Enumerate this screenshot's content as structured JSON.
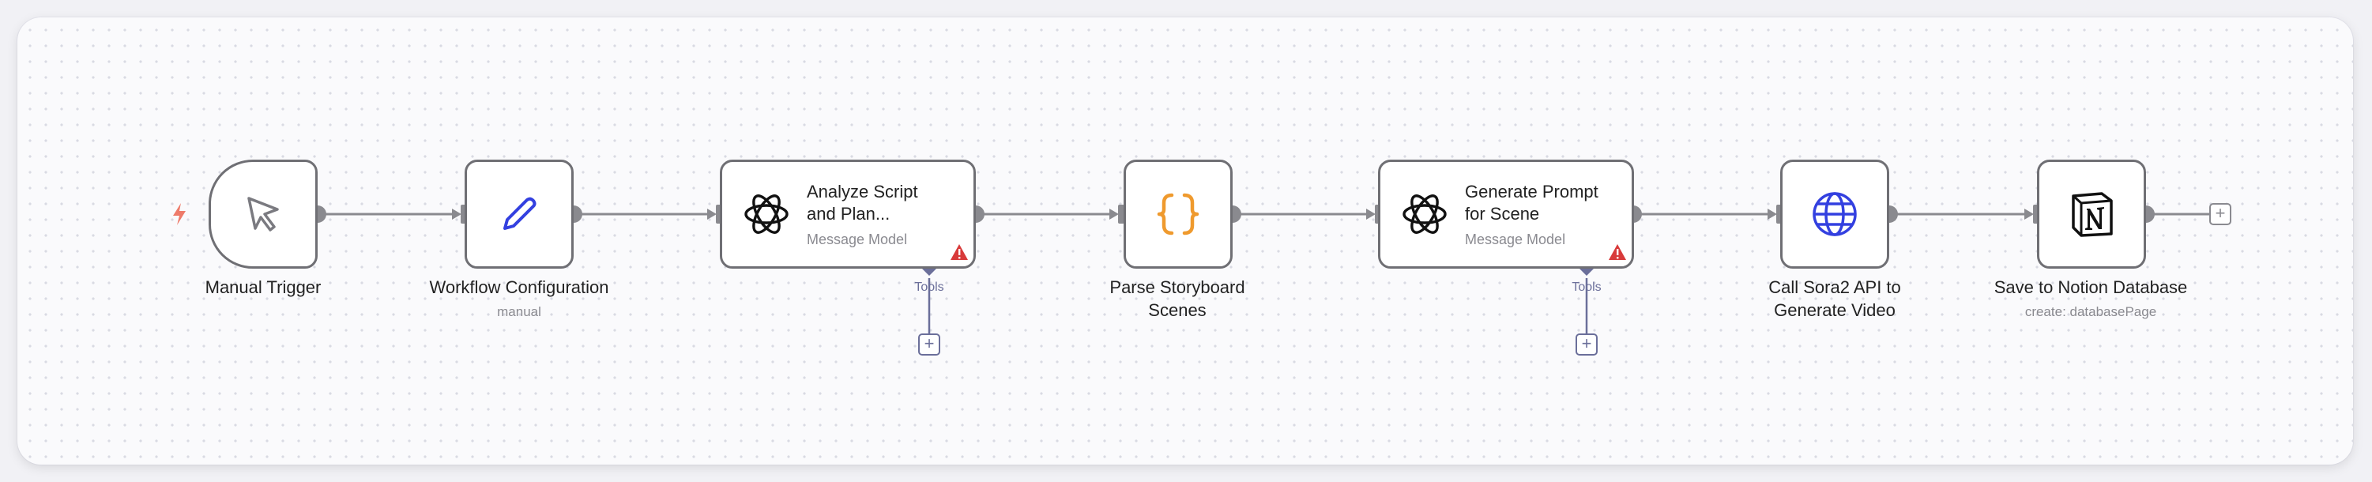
{
  "nodes": [
    {
      "id": "manual-trigger",
      "label": "Manual Trigger",
      "sub": "",
      "icon": "cursor-icon"
    },
    {
      "id": "workflow-configuration",
      "label": "Workflow Configuration",
      "sub": "manual",
      "icon": "pencil-icon"
    },
    {
      "id": "analyze-script",
      "title_line1": "Analyze Script",
      "title_line2": "and Plan...",
      "subtitle": "Message Model",
      "icon": "openai-icon",
      "tools": "Tools"
    },
    {
      "id": "parse-storyboard",
      "label_line1": "Parse Storyboard",
      "label_line2": "Scenes",
      "icon": "braces-icon"
    },
    {
      "id": "generate-prompt",
      "title_line1": "Generate Prompt",
      "title_line2": "for Scene",
      "subtitle": "Message Model",
      "icon": "openai-icon",
      "tools": "Tools"
    },
    {
      "id": "call-sora2",
      "label_line1": "Call Sora2 API to",
      "label_line2": "Generate Video",
      "icon": "globe-icon"
    },
    {
      "id": "save-notion",
      "label": "Save to Notion Database",
      "sub": "create: databasePage",
      "icon": "notion-icon"
    }
  ],
  "colors": {
    "accent_blue": "#3340e0",
    "warning_red": "#d83a3a",
    "braces_orange": "#ef9a2e",
    "tools_purple": "#6b6f9a",
    "trigger_bolt": "#ee7b6a"
  }
}
